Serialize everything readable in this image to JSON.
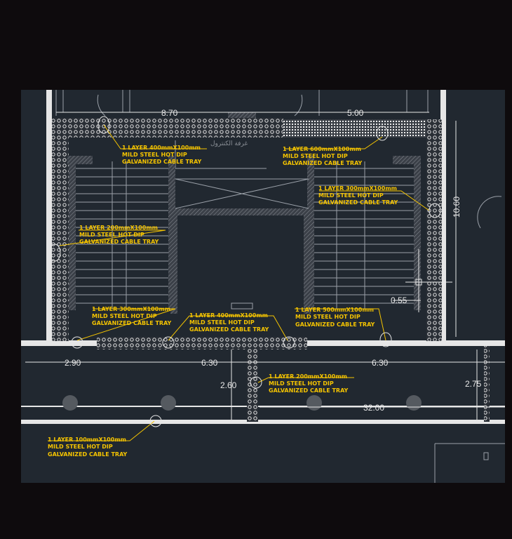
{
  "colors": {
    "background": "#0e0b0d",
    "canvas": "#212830",
    "line": "#9aa0a8",
    "wall": "#e6e6e6",
    "annotation": "#f5c400",
    "dimension": "#e8e8e8"
  },
  "room_label": "غرفة الكنترول",
  "dimensions": [
    "8.70",
    "5.00",
    "10.60",
    "0.55",
    "2.90",
    "6.30",
    "6.30",
    "2.60",
    "2.75",
    "32.00"
  ],
  "tray_notes": [
    {
      "line1": "1 LAYER 400mmX100mm",
      "line2": "MILD STEEL HOT DIP",
      "line3": "GALVANIZED CABLE TRAY"
    },
    {
      "line1": "1 LAYER 600mmX100mm",
      "line2": "MILD STEEL HOT DIP",
      "line3": "GALVANIZED CABLE TRAY"
    },
    {
      "line1": "1 LAYER 300mmX100mm",
      "line2": "MILD STEEL HOT DIP",
      "line3": "GALVANIZED CABLE TRAY"
    },
    {
      "line1": "1 LAYER 200mmX100mm",
      "line2": "MILD STEEL HOT DIP",
      "line3": "GALVANIZED CABLE TRAY"
    },
    {
      "line1": "1 LAYER 300mmX100mm",
      "line2": "MILD STEEL HOT DIP",
      "line3": "GALVANIZED CABLE TRAY"
    },
    {
      "line1": "1 LAYER 400mmX100mm",
      "line2": "MILD STEEL HOT DIP",
      "line3": "GALVANIZED CABLE TRAY"
    },
    {
      "line1": "1 LAYER 500mmX100mm",
      "line2": "MILD STEEL HOT DIP",
      "line3": "GALVANIZED CABLE TRAY"
    },
    {
      "line1": "1 LAYER 200mmX100mm",
      "line2": "MILD STEEL HOT DIP",
      "line3": "GALVANIZED CABLE TRAY"
    },
    {
      "line1": "1 LAYER 100mmX100mm",
      "line2": "MILD STEEL HOT DIP",
      "line3": "GALVANIZED CABLE TRAY"
    }
  ]
}
